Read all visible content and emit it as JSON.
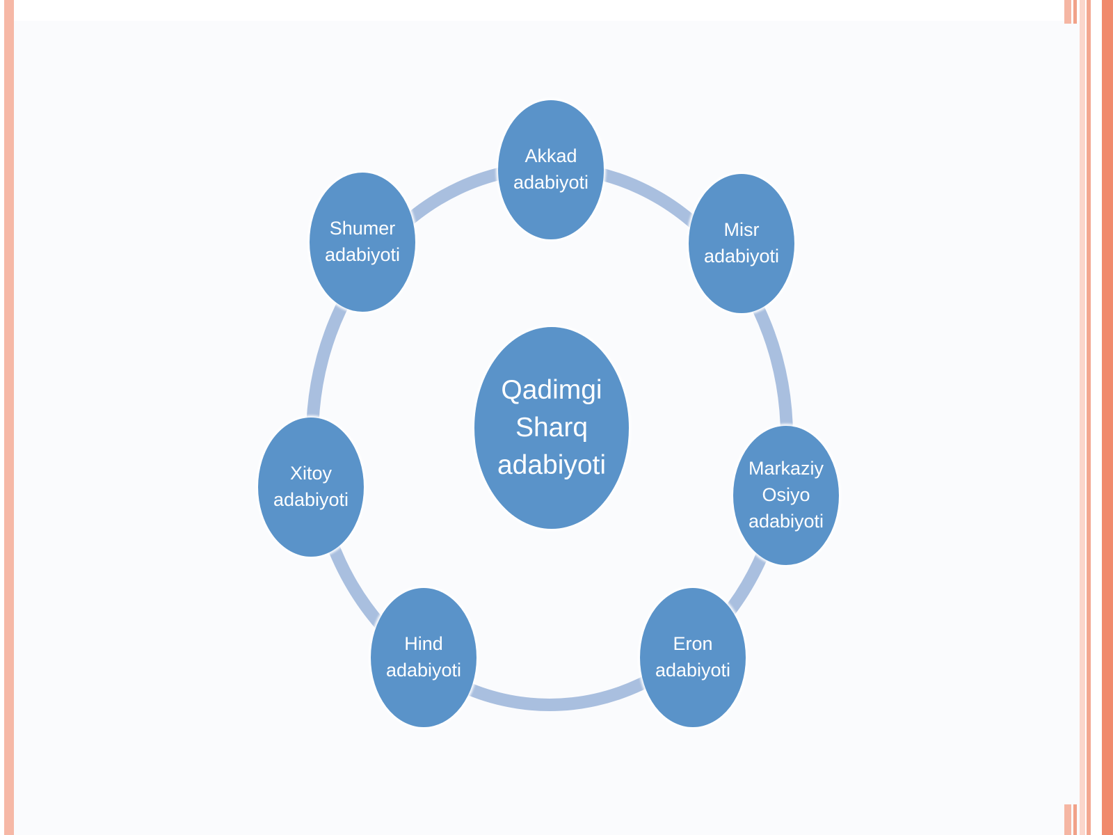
{
  "diagram": {
    "center": {
      "line1": "Qadimgi",
      "line2": "Sharq",
      "line3": "adabiyoti"
    },
    "nodes": [
      {
        "line1": "Akkad",
        "line2": "adabiyoti"
      },
      {
        "line1": "Misr",
        "line2": "adabiyoti"
      },
      {
        "line1": "Markaziy",
        "line2": "Osiyo",
        "line3": "adabiyoti"
      },
      {
        "line1": "Eron",
        "line2": "adabiyoti"
      },
      {
        "line1": "Hind",
        "line2": "adabiyoti"
      },
      {
        "line1": "Xitoy",
        "line2": "adabiyoti"
      },
      {
        "line1": "Shumer",
        "line2": "adabiyoti"
      }
    ],
    "colors": {
      "node_fill": "#5a93c9",
      "ring": "#a9bfdf",
      "slide_border": "#f08a6c"
    }
  }
}
